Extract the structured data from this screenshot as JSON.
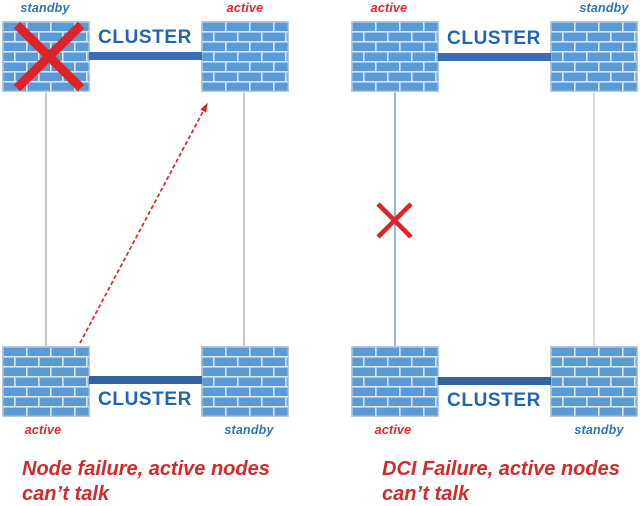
{
  "panels": [
    {
      "name": "node-failure",
      "top_cluster_label": "CLUSTER",
      "bottom_cluster_label": "CLUSTER",
      "labels": {
        "top_left": "standby",
        "top_right": "active",
        "bottom_left": "active",
        "bottom_right": "standby"
      },
      "caption": {
        "line1": "Node failure, active nodes",
        "line2": "can’t talk"
      },
      "marks": {
        "failed_node_icon": "red-x-icon",
        "recovery_path_icon": "red-dashed-arrow-icon"
      }
    },
    {
      "name": "dci-failure",
      "top_cluster_label": "CLUSTER",
      "bottom_cluster_label": "CLUSTER",
      "labels": {
        "top_left": "active",
        "top_right": "standby",
        "bottom_left": "active",
        "bottom_right": "standby"
      },
      "caption": {
        "line1": "DCI Failure, active nodes",
        "line2": "can’t talk"
      },
      "marks": {
        "broken_link_icon": "red-x-icon"
      }
    }
  ],
  "colors": {
    "brick": "#5b9bd5",
    "mortar": "#d7e7f6",
    "box_border": "#b7c9de",
    "cluster_text": "#2064b4",
    "cluster_bar_top": "#3a6cb5",
    "cluster_bar_bottom": "#34649f",
    "standby_label": "#2e75b6",
    "active_label": "#e0262c",
    "caption_red": "#d12a2e",
    "mark_red": "#df2128",
    "connector_gray": "#a8aab2",
    "connector_gray_light": "#c6c8d6",
    "connector_blue": "#7b98cd"
  }
}
